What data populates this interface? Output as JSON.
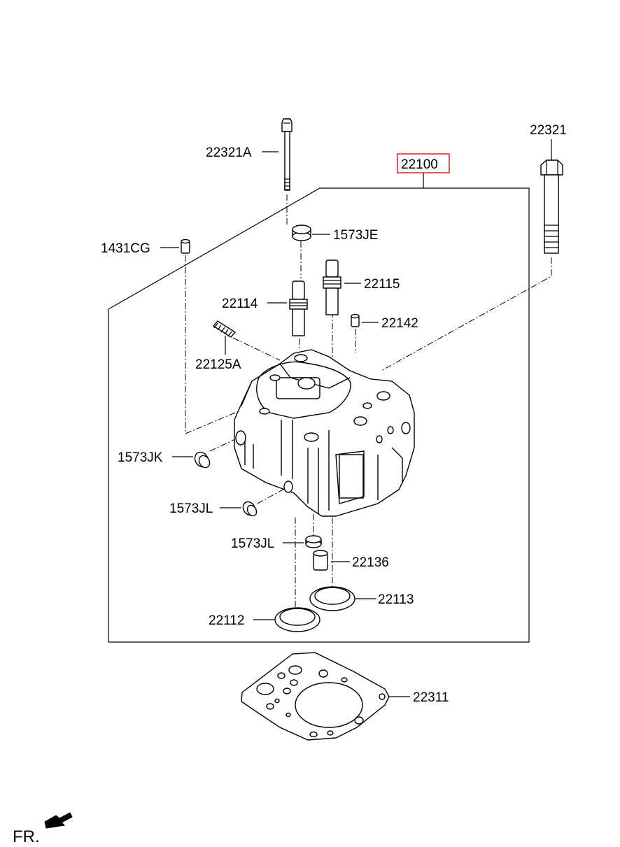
{
  "diagram": {
    "labels": {
      "p22321A": "22321A",
      "p22321": "22321",
      "p22100": "22100",
      "p1573JE": "1573JE",
      "p1431CG": "1431CG",
      "p22115": "22115",
      "p22114": "22114",
      "p22142": "22142",
      "p22125A": "22125A",
      "p1573JK": "1573JK",
      "p1573JL_a": "1573JL",
      "p1573JL_b": "1573JL",
      "p22136": "22136",
      "p22113": "22113",
      "p22112": "22112",
      "p22311": "22311",
      "front": "FR."
    },
    "highlight_color": "#e0201b"
  }
}
